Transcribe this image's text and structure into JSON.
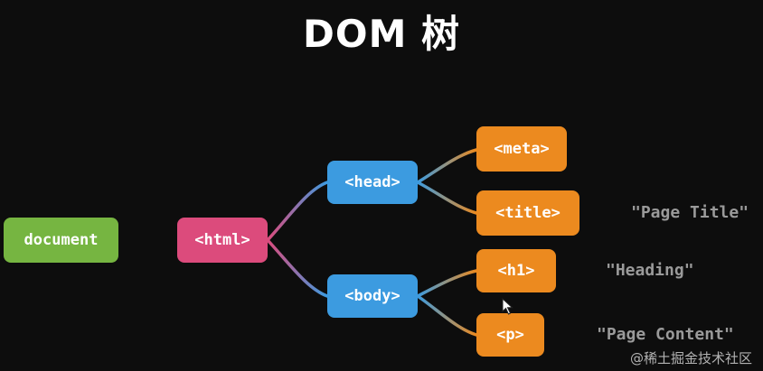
{
  "title": "DOM 树",
  "nodes": {
    "document": "document",
    "html": "<html>",
    "head": "<head>",
    "body": "<body>",
    "meta": "<meta>",
    "title_tag": "<title>",
    "h1": "<h1>",
    "p": "<p>"
  },
  "text_nodes": {
    "page_title": "\"Page Title\"",
    "heading": "\"Heading\"",
    "page_content": "\"Page Content\""
  },
  "colors": {
    "document": "#76b541",
    "html": "#dc4b7c",
    "head_body": "#3c9be0",
    "leaf": "#ec8a1f",
    "text": "#9a9a9a"
  },
  "watermark": "@稀土掘金技术社区",
  "icons": [
    "mouse-cursor-icon"
  ]
}
